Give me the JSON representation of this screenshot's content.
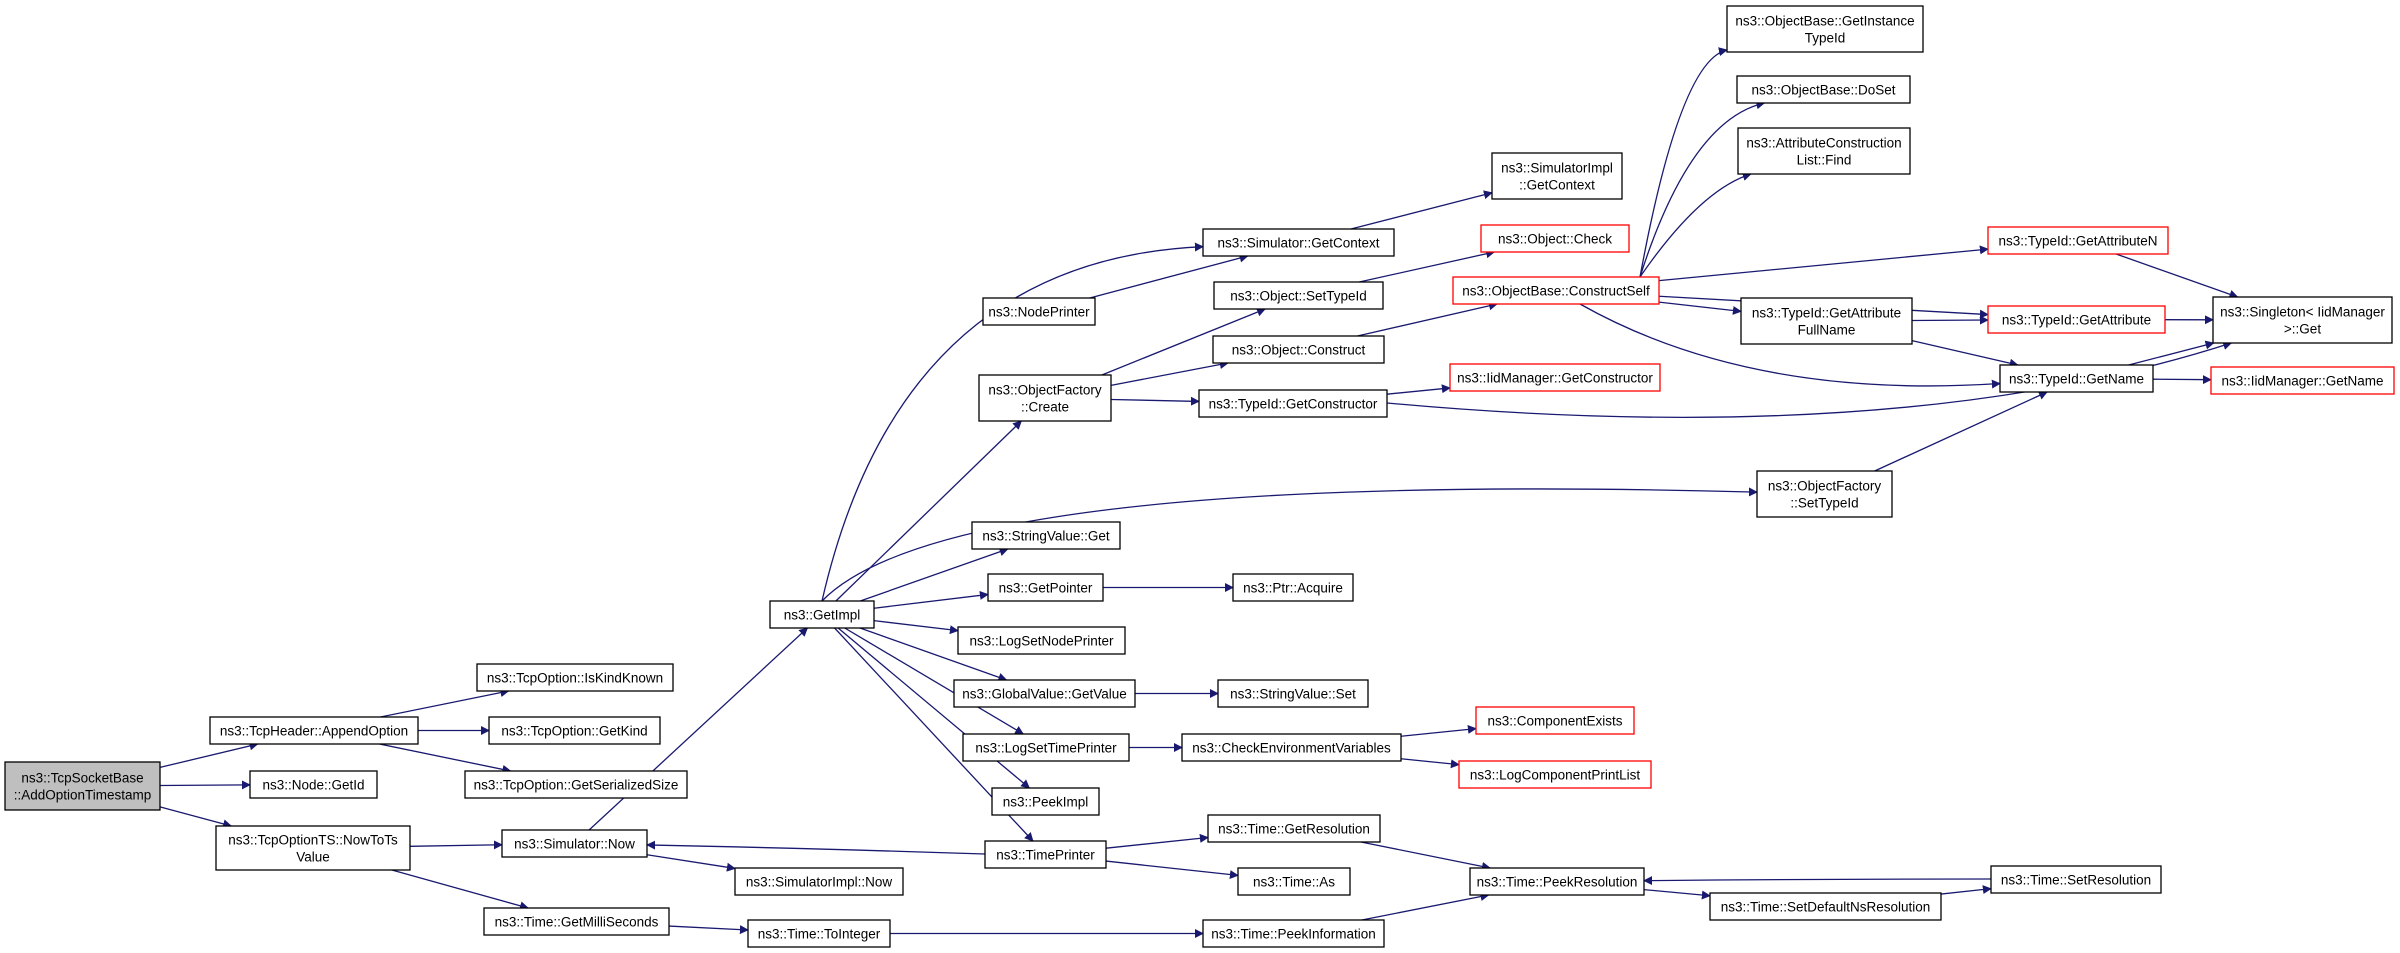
{
  "colors": {
    "edge": "#191970",
    "box_stroke": "#000000",
    "box_stroke_red": "#ff0000",
    "root_fill": "#bfbfbf",
    "box_fill": "#ffffff"
  },
  "graph": {
    "nodes": [
      {
        "id": "root",
        "lines": [
          "ns3::TcpSocketBase",
          "::AddOptionTimestamp"
        ],
        "style": "root"
      },
      {
        "id": "appendOption",
        "lines": [
          "ns3::TcpHeader::AppendOption"
        ],
        "style": "normal"
      },
      {
        "id": "nodeGetId",
        "lines": [
          "ns3::Node::GetId"
        ],
        "style": "normal"
      },
      {
        "id": "nowToTs",
        "lines": [
          "ns3::TcpOptionTS::NowToTs",
          "Value"
        ],
        "style": "normal"
      },
      {
        "id": "isKindKnown",
        "lines": [
          "ns3::TcpOption::IsKindKnown"
        ],
        "style": "normal"
      },
      {
        "id": "getKind",
        "lines": [
          "ns3::TcpOption::GetKind"
        ],
        "style": "normal"
      },
      {
        "id": "getSerSize",
        "lines": [
          "ns3::TcpOption::GetSerializedSize"
        ],
        "style": "normal"
      },
      {
        "id": "simNow",
        "lines": [
          "ns3::Simulator::Now"
        ],
        "style": "normal"
      },
      {
        "id": "getMilli",
        "lines": [
          "ns3::Time::GetMilliSeconds"
        ],
        "style": "normal"
      },
      {
        "id": "getImpl",
        "lines": [
          "ns3::GetImpl"
        ],
        "style": "normal"
      },
      {
        "id": "simImplNow",
        "lines": [
          "ns3::SimulatorImpl::Now"
        ],
        "style": "normal"
      },
      {
        "id": "toInteger",
        "lines": [
          "ns3::Time::ToInteger"
        ],
        "style": "normal"
      },
      {
        "id": "nodePrinter",
        "lines": [
          "ns3::NodePrinter"
        ],
        "style": "normal"
      },
      {
        "id": "objFactCreate",
        "lines": [
          "ns3::ObjectFactory",
          "::Create"
        ],
        "style": "normal"
      },
      {
        "id": "stringValueGet",
        "lines": [
          "ns3::StringValue::Get"
        ],
        "style": "normal"
      },
      {
        "id": "getPointer",
        "lines": [
          "ns3::GetPointer"
        ],
        "style": "normal"
      },
      {
        "id": "logSetNodePrinter",
        "lines": [
          "ns3::LogSetNodePrinter"
        ],
        "style": "normal"
      },
      {
        "id": "globalValueGet",
        "lines": [
          "ns3::GlobalValue::GetValue"
        ],
        "style": "normal"
      },
      {
        "id": "logSetTimePrinter",
        "lines": [
          "ns3::LogSetTimePrinter"
        ],
        "style": "normal"
      },
      {
        "id": "peekImpl",
        "lines": [
          "ns3::PeekImpl"
        ],
        "style": "normal"
      },
      {
        "id": "timePrinter",
        "lines": [
          "ns3::TimePrinter"
        ],
        "style": "normal"
      },
      {
        "id": "simGetContext",
        "lines": [
          "ns3::Simulator::GetContext"
        ],
        "style": "normal"
      },
      {
        "id": "objSetTypeId",
        "lines": [
          "ns3::Object::SetTypeId"
        ],
        "style": "normal"
      },
      {
        "id": "objConstruct",
        "lines": [
          "ns3::Object::Construct"
        ],
        "style": "normal"
      },
      {
        "id": "typeIdGetCtor",
        "lines": [
          "ns3::TypeId::GetConstructor"
        ],
        "style": "normal"
      },
      {
        "id": "ptrAcquire",
        "lines": [
          "ns3::Ptr::Acquire"
        ],
        "style": "normal"
      },
      {
        "id": "stringValueSet",
        "lines": [
          "ns3::StringValue::Set"
        ],
        "style": "normal"
      },
      {
        "id": "checkEnvVars",
        "lines": [
          "ns3::CheckEnvironmentVariables"
        ],
        "style": "normal"
      },
      {
        "id": "timeGetRes",
        "lines": [
          "ns3::Time::GetResolution"
        ],
        "style": "normal"
      },
      {
        "id": "timeAs",
        "lines": [
          "ns3::Time::As"
        ],
        "style": "normal"
      },
      {
        "id": "peekInfo",
        "lines": [
          "ns3::Time::PeekInformation"
        ],
        "style": "normal"
      },
      {
        "id": "simImplGetContext",
        "lines": [
          "ns3::SimulatorImpl",
          "::GetContext"
        ],
        "style": "normal"
      },
      {
        "id": "objCheck",
        "lines": [
          "ns3::Object::Check"
        ],
        "style": "red"
      },
      {
        "id": "constructSelf",
        "lines": [
          "ns3::ObjectBase::ConstructSelf"
        ],
        "style": "red"
      },
      {
        "id": "iidGetCtor",
        "lines": [
          "ns3::IidManager::GetConstructor"
        ],
        "style": "red"
      },
      {
        "id": "compExists",
        "lines": [
          "ns3::ComponentExists"
        ],
        "style": "red"
      },
      {
        "id": "logCompPrint",
        "lines": [
          "ns3::LogComponentPrintList"
        ],
        "style": "red"
      },
      {
        "id": "peekRes",
        "lines": [
          "ns3::Time::PeekResolution"
        ],
        "style": "normal"
      },
      {
        "id": "getInstTypeId",
        "lines": [
          "ns3::ObjectBase::GetInstance",
          "TypeId"
        ],
        "style": "normal"
      },
      {
        "id": "doSet",
        "lines": [
          "ns3::ObjectBase::DoSet"
        ],
        "style": "normal"
      },
      {
        "id": "attrConstFind",
        "lines": [
          "ns3::AttributeConstruction",
          "List::Find"
        ],
        "style": "normal"
      },
      {
        "id": "getAttrFullName",
        "lines": [
          "ns3::TypeId::GetAttribute",
          "FullName"
        ],
        "style": "normal"
      },
      {
        "id": "objFactSetTypeId",
        "lines": [
          "ns3::ObjectFactory",
          "::SetTypeId"
        ],
        "style": "normal"
      },
      {
        "id": "setDefaultNsRes",
        "lines": [
          "ns3::Time::SetDefaultNsResolution"
        ],
        "style": "normal"
      },
      {
        "id": "getAttributeN",
        "lines": [
          "ns3::TypeId::GetAttributeN"
        ],
        "style": "red"
      },
      {
        "id": "getAttribute",
        "lines": [
          "ns3::TypeId::GetAttribute"
        ],
        "style": "red"
      },
      {
        "id": "typeIdGetName",
        "lines": [
          "ns3::TypeId::GetName"
        ],
        "style": "normal"
      },
      {
        "id": "timeSetRes",
        "lines": [
          "ns3::Time::SetResolution"
        ],
        "style": "normal"
      },
      {
        "id": "singletonGet",
        "lines": [
          "ns3::Singleton< IidManager",
          ">::Get"
        ],
        "style": "normal"
      },
      {
        "id": "iidGetName",
        "lines": [
          "ns3::IidManager::GetName"
        ],
        "style": "red"
      }
    ],
    "edges": [
      [
        "root",
        "appendOption"
      ],
      [
        "root",
        "nodeGetId"
      ],
      [
        "root",
        "nowToTs"
      ],
      [
        "appendOption",
        "isKindKnown"
      ],
      [
        "appendOption",
        "getKind"
      ],
      [
        "appendOption",
        "getSerSize"
      ],
      [
        "nowToTs",
        "simNow"
      ],
      [
        "nowToTs",
        "getMilli"
      ],
      [
        "simNow",
        "getImpl"
      ],
      [
        "simNow",
        "simImplNow"
      ],
      [
        "getMilli",
        "toInteger"
      ],
      [
        "toInteger",
        "peekInfo"
      ],
      [
        "getImpl",
        "simGetContext"
      ],
      [
        "getImpl",
        "objFactCreate"
      ],
      [
        "getImpl",
        "objFactSetTypeId"
      ],
      [
        "getImpl",
        "stringValueGet"
      ],
      [
        "getImpl",
        "getPointer"
      ],
      [
        "getImpl",
        "logSetNodePrinter"
      ],
      [
        "getImpl",
        "globalValueGet"
      ],
      [
        "getImpl",
        "logSetTimePrinter"
      ],
      [
        "getImpl",
        "peekImpl"
      ],
      [
        "getImpl",
        "timePrinter"
      ],
      [
        "nodePrinter",
        "simGetContext"
      ],
      [
        "simGetContext",
        "simImplGetContext"
      ],
      [
        "objFactCreate",
        "objSetTypeId"
      ],
      [
        "objFactCreate",
        "objConstruct"
      ],
      [
        "objFactCreate",
        "typeIdGetCtor"
      ],
      [
        "objSetTypeId",
        "objCheck"
      ],
      [
        "objConstruct",
        "constructSelf"
      ],
      [
        "typeIdGetCtor",
        "iidGetCtor"
      ],
      [
        "typeIdGetCtor",
        "singletonGet"
      ],
      [
        "getPointer",
        "ptrAcquire"
      ],
      [
        "globalValueGet",
        "stringValueSet"
      ],
      [
        "logSetTimePrinter",
        "checkEnvVars"
      ],
      [
        "checkEnvVars",
        "compExists"
      ],
      [
        "checkEnvVars",
        "logCompPrint"
      ],
      [
        "timePrinter",
        "simNow"
      ],
      [
        "timePrinter",
        "timeGetRes"
      ],
      [
        "timePrinter",
        "timeAs"
      ],
      [
        "timeGetRes",
        "peekRes"
      ],
      [
        "peekInfo",
        "peekRes"
      ],
      [
        "peekRes",
        "setDefaultNsRes"
      ],
      [
        "setDefaultNsRes",
        "timeSetRes"
      ],
      [
        "timeSetRes",
        "peekRes"
      ],
      [
        "constructSelf",
        "getInstTypeId"
      ],
      [
        "constructSelf",
        "doSet"
      ],
      [
        "constructSelf",
        "attrConstFind"
      ],
      [
        "constructSelf",
        "getAttributeN"
      ],
      [
        "constructSelf",
        "getAttribute"
      ],
      [
        "constructSelf",
        "getAttrFullName"
      ],
      [
        "constructSelf",
        "typeIdGetName"
      ],
      [
        "getAttrFullName",
        "getAttribute"
      ],
      [
        "getAttrFullName",
        "typeIdGetName"
      ],
      [
        "getAttributeN",
        "singletonGet"
      ],
      [
        "getAttribute",
        "singletonGet"
      ],
      [
        "typeIdGetName",
        "singletonGet"
      ],
      [
        "typeIdGetName",
        "iidGetName"
      ],
      [
        "objFactSetTypeId",
        "typeIdGetName"
      ]
    ]
  }
}
